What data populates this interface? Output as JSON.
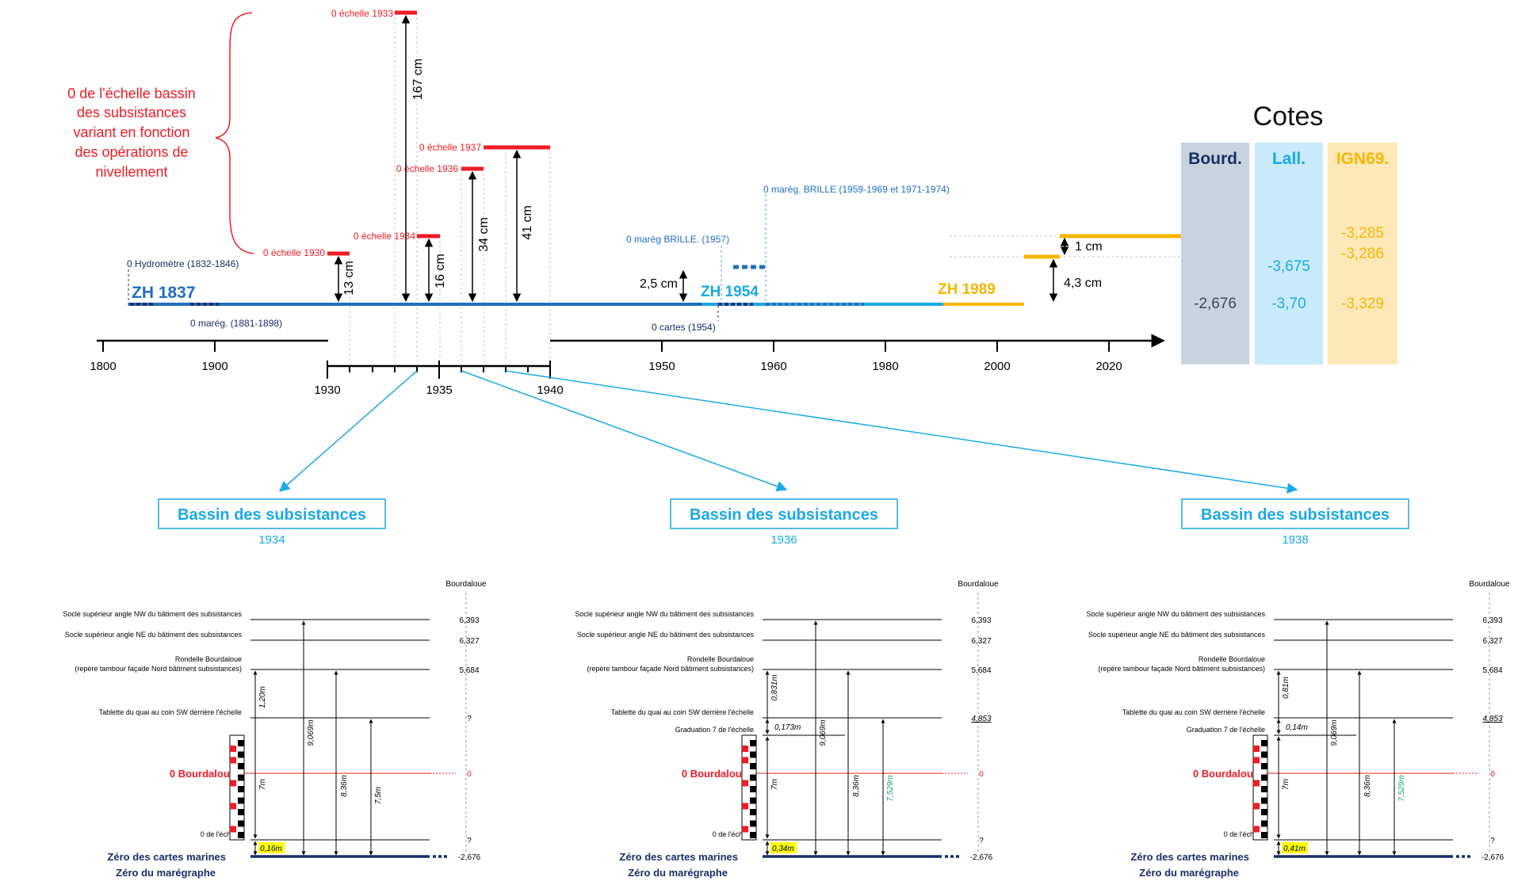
{
  "colors": {
    "red": "#ee1c25",
    "blue": "#1f6fbf",
    "light_blue": "#1aa9e6",
    "yellow": "#f5b700",
    "navy": "#1a2e66",
    "green": "#1aa36b",
    "bourd_bg": "#c8d3de",
    "lall_bg": "#c8eaf9",
    "ign_bg": "#fde8b7"
  },
  "top": {
    "brace_note": [
      "0 de l'échelle bassin",
      "des subsistances",
      "variant en fonction",
      "des opérations de",
      "nivellement"
    ],
    "zero_echelle": {
      "e1930": "0 échelle 1930",
      "e1933": "0 échelle 1933",
      "e1934": "0 échelle 1934",
      "e1936": "0 échelle 1936",
      "e1937": "0 échelle 1937"
    },
    "differences": {
      "d13": "13 cm",
      "d167": "167 cm",
      "d16": "16 cm",
      "d34": "34 cm",
      "d41": "41 cm",
      "d25": "2,5 cm",
      "d1": "1 cm",
      "d43": "4,3 cm"
    },
    "labels": {
      "hydrometre": "0 Hydromètre (1832-1846)",
      "mareg1881": "0 marég. (1881-1898)",
      "zh1837": "ZH 1837",
      "zh1954": "ZH 1954",
      "zh1989": "ZH 1989",
      "cartes1954": "0 cartes (1954)",
      "mareg_brille_1957": "0 marég BRILLE. (1957)",
      "mareg_brille_1959": "0 marég. BRILLE (1959-1969 et 1971-1974)"
    },
    "axis_main_ticks": [
      "1800",
      "1900",
      "1950",
      "1960",
      "1980",
      "2000",
      "2020"
    ],
    "axis_zoom_ticks": [
      "1930",
      "1935",
      "1940"
    ]
  },
  "cotes": {
    "title": "Cotes",
    "headers": [
      "Bourd.",
      "Lall.",
      "IGN69."
    ],
    "values": {
      "bourd_zh": "-2,676",
      "lall_zh": "-3,70",
      "ign_zh": "-3,329",
      "lall_mid": "-3,675",
      "ign_top": "-3,285",
      "ign_mid": "-3,286"
    }
  },
  "panels": [
    {
      "title": "Bassin des subsistances",
      "year": "1934",
      "bourdaloue_header": "Bourdaloue",
      "rows": [
        {
          "label": "Socle supérieur angle NW du bâtiment des subsistances",
          "value": "6,393"
        },
        {
          "label": "Socle supérieur angle NE du bâtiment des subsistances",
          "value": "6,327"
        },
        {
          "label": "Rondelle Bourdaloue",
          "label2": "(repère tambour façade Nord bâtiment subsistances)",
          "value": "5,684"
        },
        {
          "label": "Tablette du quai au coin SW derrière l'échelle",
          "value": "?"
        },
        {
          "label": "",
          "value": ""
        },
        {
          "label": "0 Bourdaloue",
          "value": "0"
        },
        {
          "label": "0 de l'échelle",
          "value": "?"
        },
        {
          "label": "Zéro des cartes marines",
          "label2": "Zéro du marégraphe",
          "value": "-2,676"
        }
      ],
      "measures": {
        "m_top": "1,20m",
        "m_mid": "",
        "m_7m": "7m",
        "m_9069": "9,069m",
        "m_836": "8,36m",
        "m_last": "7,5m",
        "m_bottom": "0,16m"
      }
    },
    {
      "title": "Bassin des subsistances",
      "year": "1936",
      "bourdaloue_header": "Bourdaloue",
      "rows": [
        {
          "label": "Socle supérieur angle NW du bâtiment des subsistances",
          "value": "6,393"
        },
        {
          "label": "Socle supérieur angle NE du bâtiment des subsistances",
          "value": "6,327"
        },
        {
          "label": "Rondelle Bourdaloue",
          "label2": "(repère tambour façade Nord bâtiment subsistances)",
          "value": "5,684"
        },
        {
          "label": "Tablette du quai au coin SW derrière l'échelle",
          "value": "4,853"
        },
        {
          "label": "Graduation 7 de l'échelle",
          "value": ""
        },
        {
          "label": "0 Bourdaloue",
          "value": "0"
        },
        {
          "label": "0 de l'échelle",
          "value": "?"
        },
        {
          "label": "Zéro des cartes marines",
          "label2": "Zéro du marégraphe",
          "value": "-2,676"
        }
      ],
      "measures": {
        "m_top": "0,831m",
        "m_mid": "0,173m",
        "m_7m": "7m",
        "m_9069": "9,069m",
        "m_836": "8,36m",
        "m_last": "7,529m",
        "m_bottom": "0,34m"
      }
    },
    {
      "title": "Bassin des subsistances",
      "year": "1938",
      "bourdaloue_header": "Bourdaloue",
      "rows": [
        {
          "label": "Socle supérieur angle NW du bâtiment des subsistances",
          "value": "6,393"
        },
        {
          "label": "Socle supérieur angle NE du bâtiment des subsistances",
          "value": "6,327"
        },
        {
          "label": "Rondelle Bourdaloue",
          "label2": "(repère tambour façade Nord bâtiment subsistances)",
          "value": "5,684"
        },
        {
          "label": "Tablette du quai au coin SW derrière l'échelle",
          "value": "4,853"
        },
        {
          "label": "Graduation 7 de l'échelle",
          "value": ""
        },
        {
          "label": "0 Bourdaloue",
          "value": "0"
        },
        {
          "label": "0 de l'échelle",
          "value": "?"
        },
        {
          "label": "Zéro des cartes marines",
          "label2": "Zéro du marégraphe",
          "value": "-2,676"
        }
      ],
      "measures": {
        "m_top": "0,81m",
        "m_mid": "0,14m",
        "m_7m": "7m",
        "m_9069": "9,069m",
        "m_836": "8,36m",
        "m_last": "7,529m",
        "m_bottom": "0,41m"
      }
    }
  ]
}
